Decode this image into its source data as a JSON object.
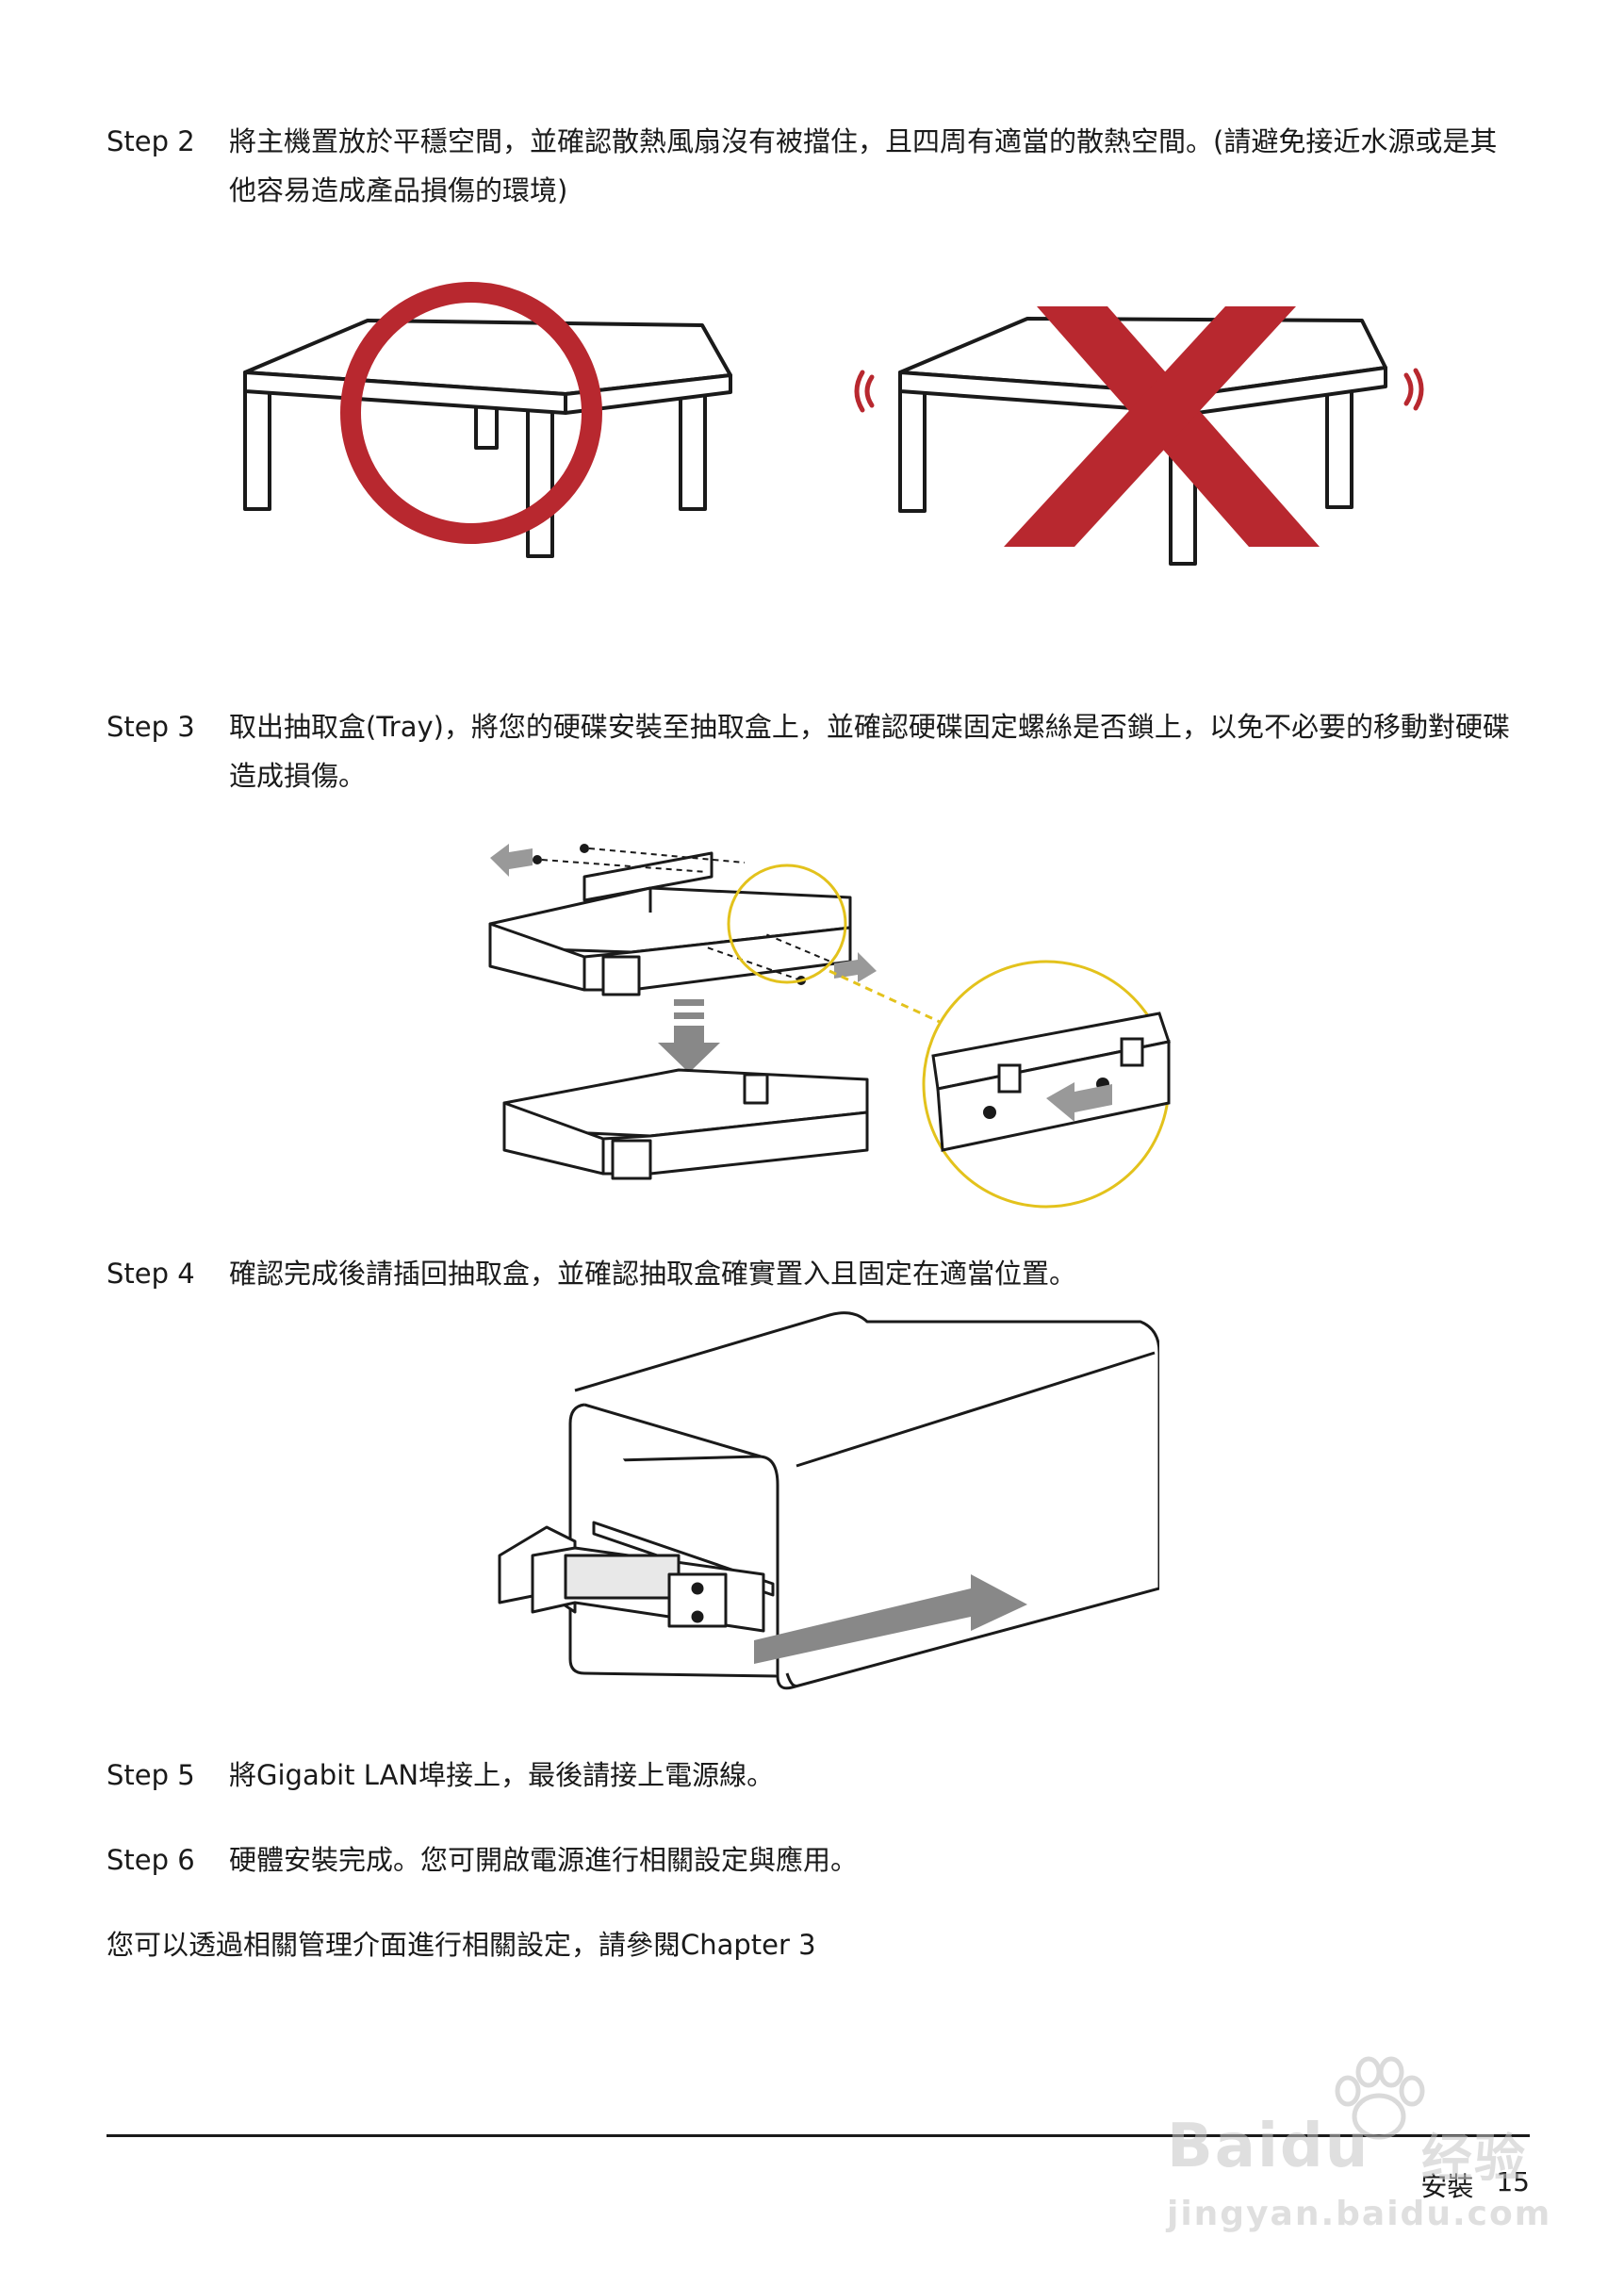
{
  "steps": [
    {
      "label": "Step 2",
      "text": "將主機置放於平穩空間，並確認散熱風扇沒有被擋住，且四周有適當的散熱空間。(請避免接近水源或是其他容易造成產品損傷的環境)"
    },
    {
      "label": "Step 3",
      "text": "取出抽取盒(Tray)，將您的硬碟安裝至抽取盒上，並確認硬碟固定螺絲是否鎖上，以免不必要的移動對硬碟造成損傷。"
    },
    {
      "label": "Step 4",
      "text": "確認完成後請插回抽取盒，並確認抽取盒確實置入且固定在適當位置。"
    },
    {
      "label": "Step 5",
      "text": "將Gigabit LAN埠接上，最後請接上電源線。"
    },
    {
      "label": "Step 6",
      "text": "硬體安裝完成。您可開啟電源進行相關設定與應用。"
    }
  ],
  "note": "您可以透過相關管理介面進行相關設定，請參閱Chapter 3",
  "footer": {
    "section": "安裝",
    "page": "15"
  },
  "watermark": {
    "brand": "Baidu",
    "product": "经验",
    "url": "jingyan.baidu.com"
  },
  "colors": {
    "mark": "#b8282f",
    "highlight": "#e3c21c",
    "text": "#1a1a1a"
  }
}
